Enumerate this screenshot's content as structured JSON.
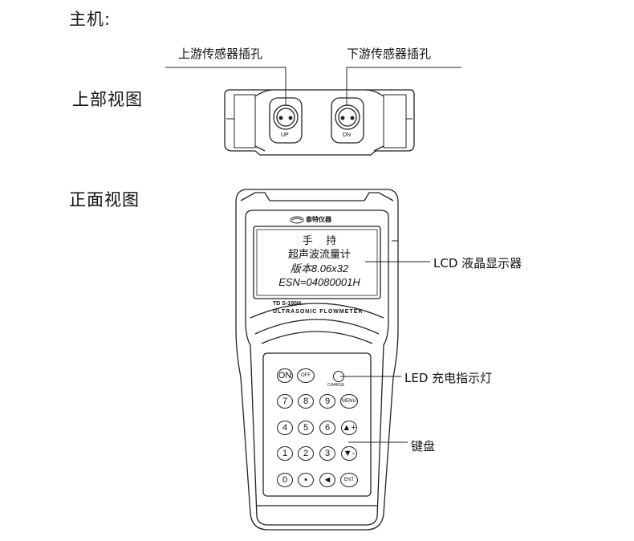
{
  "headings": {
    "host": "主机:",
    "top_view": "上部视图",
    "front_view": "正面视图"
  },
  "callouts": {
    "upstream_port": "上游传感器插孔",
    "downstream_port": "下游传感器插孔",
    "lcd": "LCD 液晶显示器",
    "led": "LED 充电指示灯",
    "keypad": "键盘"
  },
  "top_panel": {
    "up_label": "UP",
    "dn_label": "DN"
  },
  "device": {
    "brand": "泰特仪器",
    "model": "TD S-100H",
    "product_line": "ULTRASONIC  FLOWMETER",
    "charge_label": "CHARGE"
  },
  "lcd_screen": {
    "line1": "手    持",
    "line2": "超声波流量计",
    "line3": "版本8.06x32",
    "line4": "ESN=04080001H"
  },
  "keypad": {
    "row1": [
      "ON",
      "OFF"
    ],
    "row2": [
      "7",
      "8",
      "9",
      "MENU"
    ],
    "row3": [
      "4",
      "5",
      "6",
      "▲+"
    ],
    "row4": [
      "1",
      "2",
      "3",
      "▼-"
    ],
    "row5": [
      "0",
      "•",
      "◄",
      "ENT"
    ]
  }
}
